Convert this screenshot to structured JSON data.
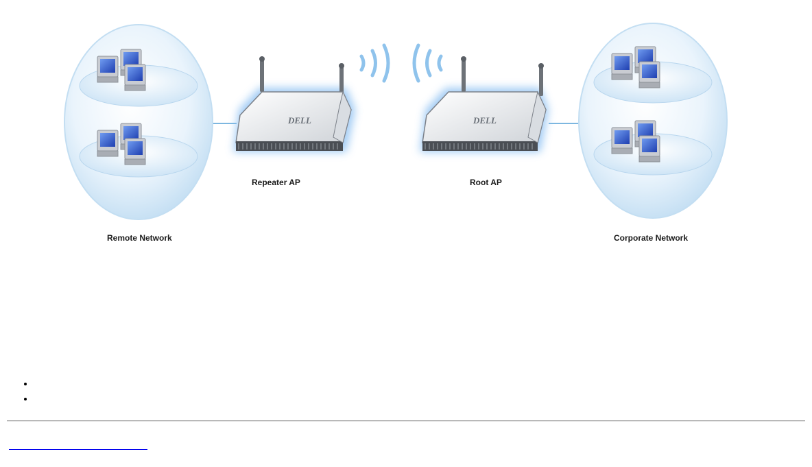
{
  "diagram": {
    "remote_network_label": "Remote Network",
    "repeater_ap_label": "Repeater AP",
    "root_ap_label": "Root AP",
    "corporate_network_label": "Corporate Network",
    "device_logo_text": "DELL",
    "colors": {
      "bubble_fill": "#dcecf8",
      "bubble_edge": "#b8d6ee",
      "link_line": "#7db7e0",
      "signal_waves": "#8fc3ec",
      "ap_glow": "#6fa8e8",
      "monitor_screen": "#2f5fd0"
    }
  },
  "bullets": [
    "",
    ""
  ],
  "footer": {
    "back_link_text": ""
  }
}
